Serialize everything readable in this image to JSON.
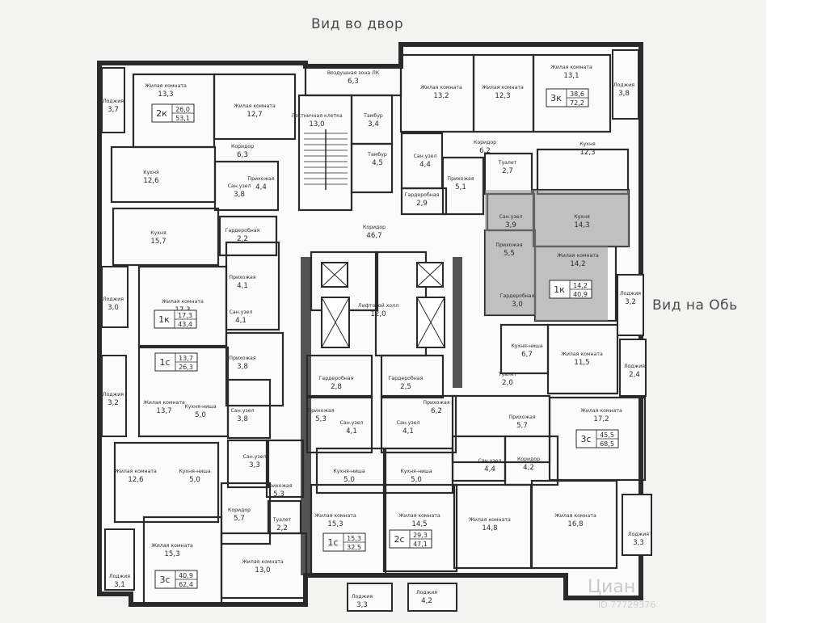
{
  "headings": {
    "top": "Вид во двор",
    "right": "Вид на Обь"
  },
  "colors": {
    "highlight": "#8f8f8f",
    "wall": "#2a2a2a",
    "fill": "#fbfbfb"
  },
  "watermark": {
    "brand": "Циан",
    "id": "ID 77729376"
  },
  "rooms": [
    {
      "label": "Лоджия",
      "area": "3,7"
    },
    {
      "label": "Жилая комната",
      "area": "13,3"
    },
    {
      "label": "Жилая комната",
      "area": "12,7"
    },
    {
      "label": "Воздушная зона ЛК",
      "area": "6,3"
    },
    {
      "label": "Лестничная клетка",
      "area": "13,0"
    },
    {
      "label": "Тамбур",
      "area": "3,4"
    },
    {
      "label": "Жилая комната",
      "area": "13,2"
    },
    {
      "label": "Жилая комната",
      "area": "12,3"
    },
    {
      "label": "Жилая комната",
      "area": "13,1"
    },
    {
      "label": "Лоджия",
      "area": "3,8"
    },
    {
      "label": "Коридор",
      "area": "6,3"
    },
    {
      "label": "Тамбур",
      "area": "4,5"
    },
    {
      "label": "Сан.узел",
      "area": "4,4"
    },
    {
      "label": "Коридор",
      "area": "6,2"
    },
    {
      "label": "Кухня",
      "area": "12,3"
    },
    {
      "label": "Кухня",
      "area": "12,6"
    },
    {
      "label": "Прихожая",
      "area": "4,4"
    },
    {
      "label": "Сан.узел",
      "area": "3,8"
    },
    {
      "label": "Прихожая",
      "area": "5,1"
    },
    {
      "label": "Туалет",
      "area": "2,7"
    },
    {
      "label": "Гардеробная",
      "area": "2,9"
    },
    {
      "label": "Сан.узел",
      "area": "3,9"
    },
    {
      "label": "Кухня",
      "area": "14,3"
    },
    {
      "label": "Кухня",
      "area": "15,7"
    },
    {
      "label": "Гардеробная",
      "area": "2,2"
    },
    {
      "label": "Коридор",
      "area": "46,7"
    },
    {
      "label": "Прихожая",
      "area": "5,5"
    },
    {
      "label": "Прихожая",
      "area": "4,1"
    },
    {
      "label": "Жилая комната",
      "area": "14,2"
    },
    {
      "label": "Лоджия",
      "area": "3,0"
    },
    {
      "label": "Жилая комната",
      "area": "17,3"
    },
    {
      "label": "Лифтовой холл",
      "area": "12,0"
    },
    {
      "label": "Сан.узел",
      "area": "4,1"
    },
    {
      "label": "Гардеробная",
      "area": "3,0"
    },
    {
      "label": "Лоджия",
      "area": "3,2"
    },
    {
      "label": "Кухня-ниша",
      "area": "6,7"
    },
    {
      "label": "Жилая комната",
      "area": "11,5"
    },
    {
      "label": "Прихожая",
      "area": "3,8"
    },
    {
      "label": "Гардеробная",
      "area": "2,8"
    },
    {
      "label": "Гардеробная",
      "area": "2,5"
    },
    {
      "label": "Туалет",
      "area": "2,0"
    },
    {
      "label": "Лоджия",
      "area": "2,4"
    },
    {
      "label": "Лоджия",
      "area": "3,2"
    },
    {
      "label": "Жилая комната",
      "area": "13,7"
    },
    {
      "label": "Кухня-ниша",
      "area": "5,0"
    },
    {
      "label": "Сан.узел",
      "area": "3,8"
    },
    {
      "label": "Прихожая",
      "area": "5,3"
    },
    {
      "label": "Сан.узел",
      "area": "4,1"
    },
    {
      "label": "Сан.узел",
      "area": "4,1"
    },
    {
      "label": "Прихожая",
      "area": "6,2"
    },
    {
      "label": "Прихожая",
      "area": "5,7"
    },
    {
      "label": "Жилая комната",
      "area": "17,2"
    },
    {
      "label": "Жилая комната",
      "area": "12,6"
    },
    {
      "label": "Кухня-ниша",
      "area": "5,0"
    },
    {
      "label": "Сан.узел",
      "area": "3,3"
    },
    {
      "label": "Прихожая",
      "area": "5,3"
    },
    {
      "label": "Кухня-ниша",
      "area": "5,0"
    },
    {
      "label": "Кухня-ниша",
      "area": "5,0"
    },
    {
      "label": "Сан.узел",
      "area": "4,4"
    },
    {
      "label": "Коридор",
      "area": "4,2"
    },
    {
      "label": "Коридор",
      "area": "5,7"
    },
    {
      "label": "Туалет",
      "area": "2,2"
    },
    {
      "label": "Жилая комната",
      "area": "15,3"
    },
    {
      "label": "Жилая комната",
      "area": "14,5"
    },
    {
      "label": "Жилая комната",
      "area": "14,8"
    },
    {
      "label": "Жилая комната",
      "area": "16,8"
    },
    {
      "label": "Лоджия",
      "area": "3,3"
    },
    {
      "label": "Жилая комната",
      "area": "15,3"
    },
    {
      "label": "Жилая комната",
      "area": "13,0"
    },
    {
      "label": "Лоджия",
      "area": "3,1"
    },
    {
      "label": "Лоджия",
      "area": "3,3"
    },
    {
      "label": "Лоджия",
      "area": "4,2"
    }
  ],
  "tags": [
    {
      "type": "2к",
      "living": "26,0",
      "total": "53,1"
    },
    {
      "type": "3к",
      "living": "38,6",
      "total": "72,2"
    },
    {
      "type": "1к",
      "living": "17,3",
      "total": "43,4"
    },
    {
      "type": "1к",
      "living": "14,2",
      "total": "40,9"
    },
    {
      "type": "1с",
      "living": "13,7",
      "total": "26,3"
    },
    {
      "type": "3с",
      "living": "45,5",
      "total": "68,5"
    },
    {
      "type": "1с",
      "living": "15,3",
      "total": "32,5"
    },
    {
      "type": "2с",
      "living": "29,3",
      "total": "47,1"
    },
    {
      "type": "3с",
      "living": "40,9",
      "total": "62,4"
    }
  ]
}
